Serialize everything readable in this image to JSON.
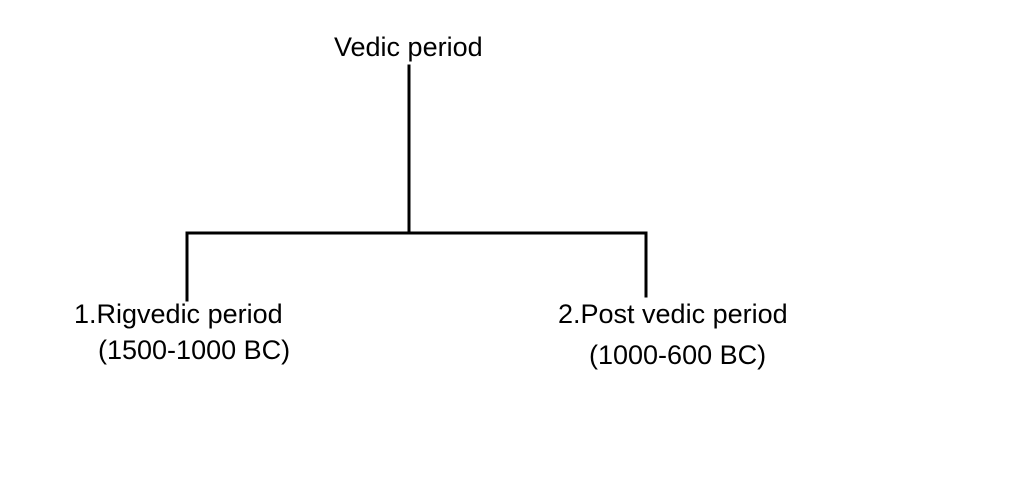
{
  "root": {
    "label": "Vedic period"
  },
  "children": [
    {
      "title": "1.Rigvedic period",
      "range": "(1500-1000 BC)"
    },
    {
      "title": "2.Post vedic period",
      "range": "(1000-600 BC)"
    }
  ]
}
